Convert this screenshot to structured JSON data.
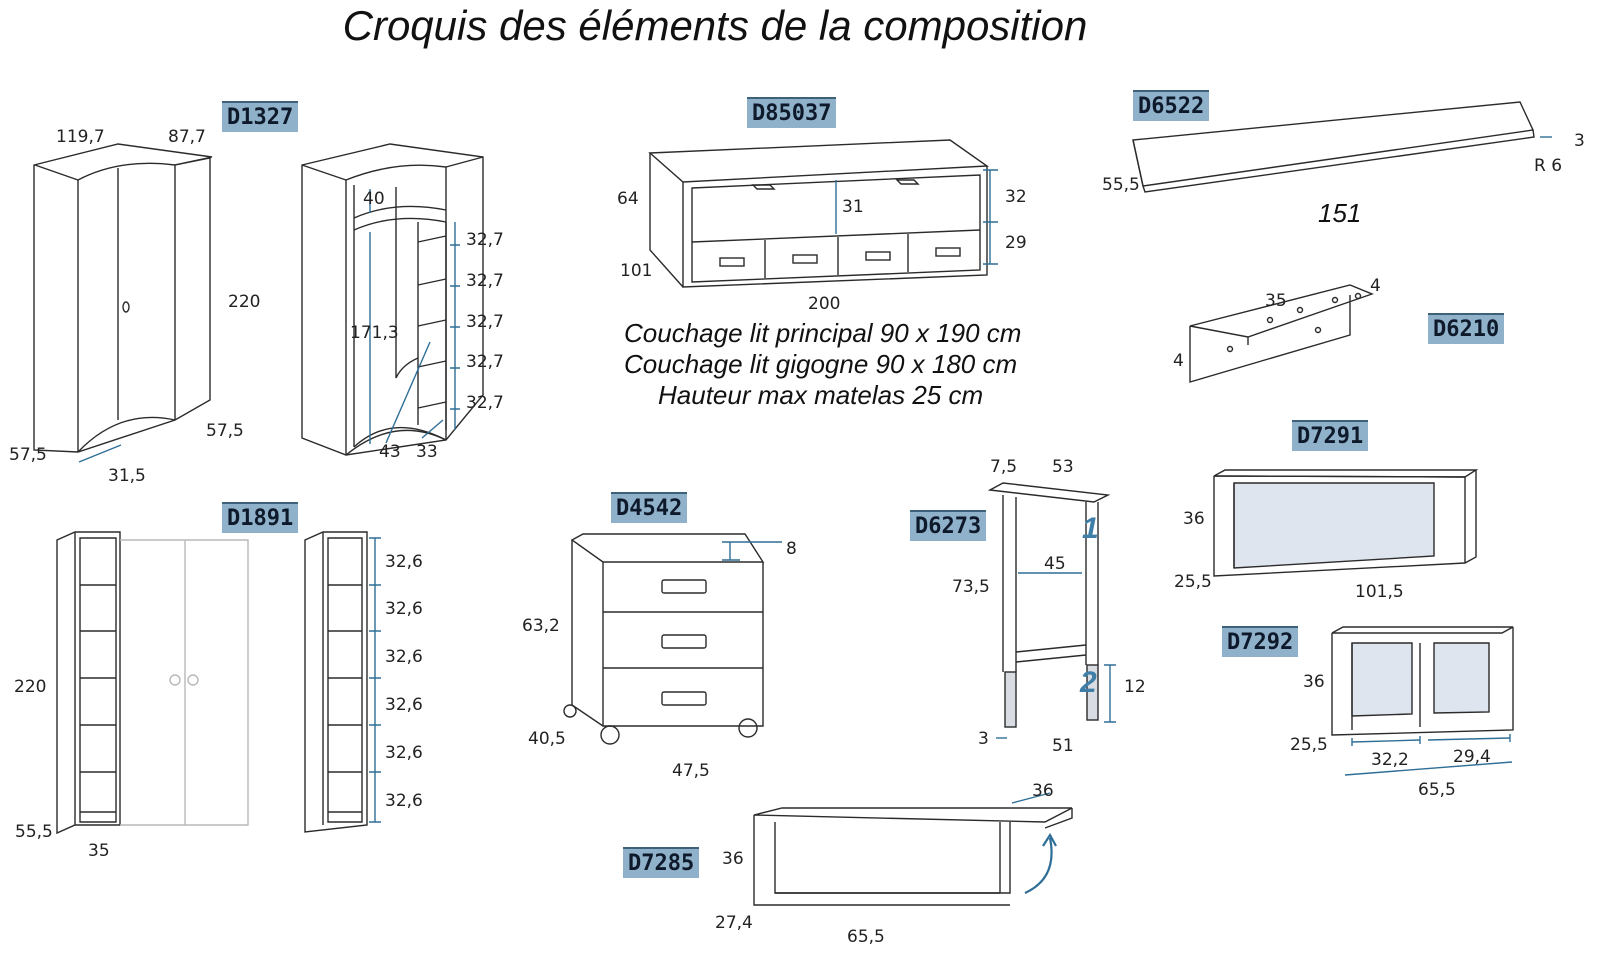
{
  "title": "Croquis des éléments de la composition",
  "colors": {
    "ref_badge": "#8fb1c9",
    "dimension_line": "#2f6e96",
    "panel_fill": "#dfe5ee"
  },
  "items": {
    "d1327": {
      "ref": "D1327",
      "dims": [
        "119,7",
        "87,7",
        "220",
        "57,5",
        "57,5",
        "31,5",
        "40",
        "171,3",
        "43",
        "33",
        "32,7",
        "32,7",
        "32,7",
        "32,7",
        "32,7"
      ]
    },
    "d85037": {
      "ref": "D85037",
      "dims": [
        "64",
        "101",
        "200",
        "31",
        "32",
        "29"
      ],
      "notes": [
        "Couchage lit principal 90 x 190 cm",
        "Couchage lit gigogne 90 x 180 cm",
        "Hauteur max matelas 25 cm"
      ]
    },
    "d6522": {
      "ref": "D6522",
      "dims": [
        "55,5",
        "3",
        "R 6",
        "151"
      ]
    },
    "d6210": {
      "ref": "D6210",
      "dims": [
        "35",
        "4",
        "4"
      ]
    },
    "d1891": {
      "ref": "D1891",
      "dims": [
        "220",
        "55,5",
        "35",
        "32,6",
        "32,6",
        "32,6",
        "32,6",
        "32,6",
        "32,6"
      ]
    },
    "d4542": {
      "ref": "D4542",
      "dims": [
        "8",
        "63,2",
        "40,5",
        "47,5"
      ]
    },
    "d6273": {
      "ref": "D6273",
      "dims": [
        "7,5",
        "53",
        "45",
        "73,5",
        "12",
        "3",
        "51"
      ],
      "steps": [
        "1",
        "2"
      ]
    },
    "d7291": {
      "ref": "D7291",
      "dims": [
        "36",
        "25,5",
        "101,5"
      ]
    },
    "d7292": {
      "ref": "D7292",
      "dims": [
        "36",
        "25,5",
        "32,2",
        "29,4",
        "65,5"
      ]
    },
    "d7285": {
      "ref": "D7285",
      "dims": [
        "36",
        "36",
        "27,4",
        "65,5"
      ]
    }
  }
}
